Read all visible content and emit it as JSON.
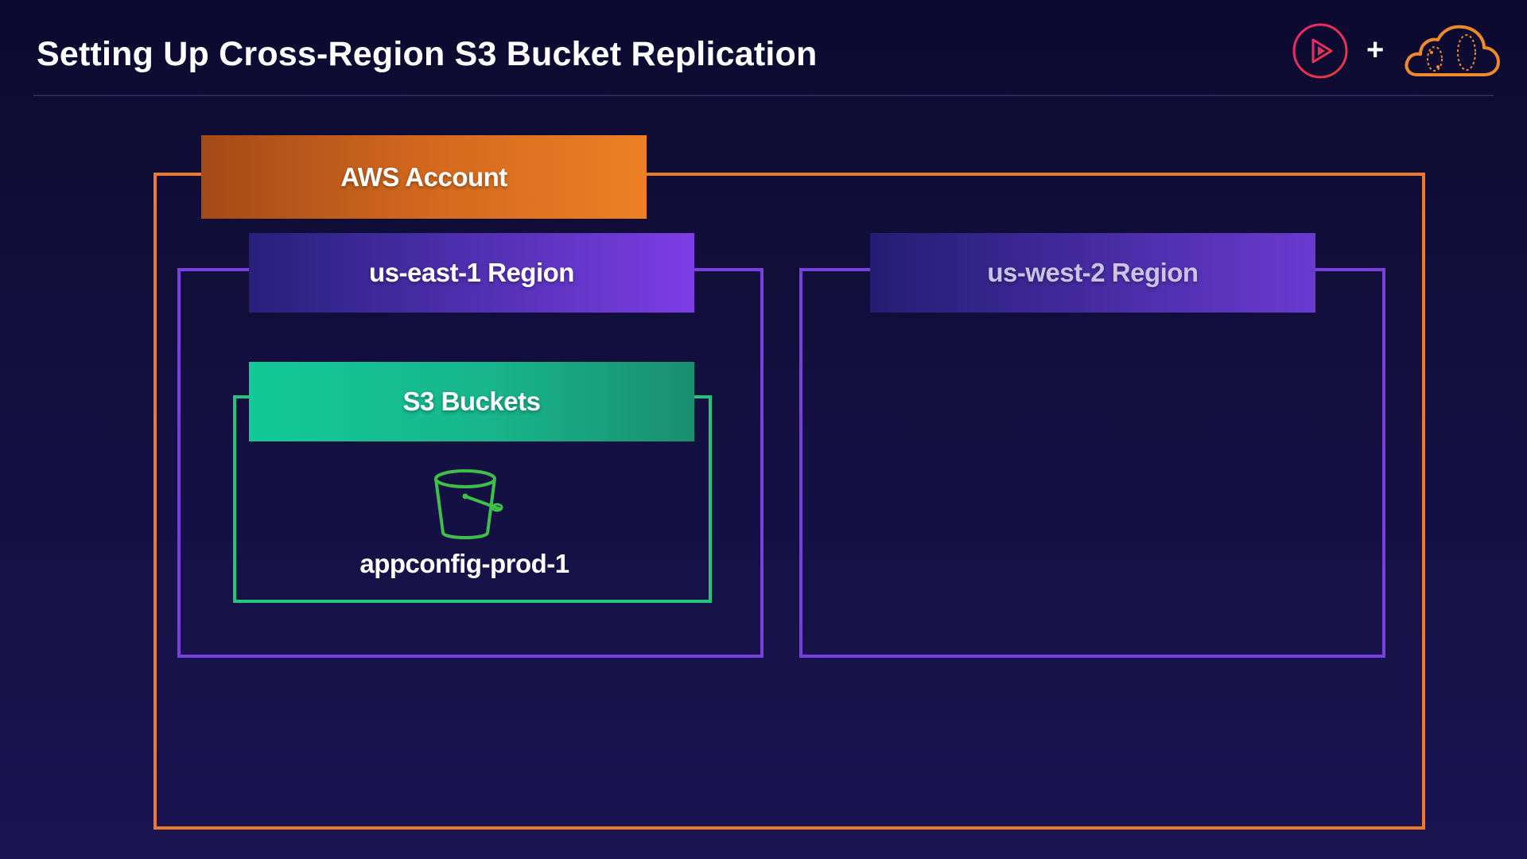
{
  "header": {
    "title": "Setting Up Cross-Region S3 Bucket Replication",
    "logos": {
      "left_icon": "pluralsight-play-icon",
      "separator": "+",
      "right_icon": "a-cloud-guru-cloud-icon"
    }
  },
  "diagram": {
    "account": {
      "label": "AWS Account",
      "color": "#ec7a2a"
    },
    "regions": [
      {
        "label": "us-east-1 Region",
        "color": "#7a3fe0",
        "services": [
          {
            "label": "S3 Buckets",
            "color": "#20c77a",
            "items": [
              {
                "icon": "s3-bucket-icon",
                "name": "appconfig-prod-1"
              }
            ]
          }
        ]
      },
      {
        "label": "us-west-2 Region",
        "color": "#7a3fe0",
        "services": []
      }
    ]
  }
}
